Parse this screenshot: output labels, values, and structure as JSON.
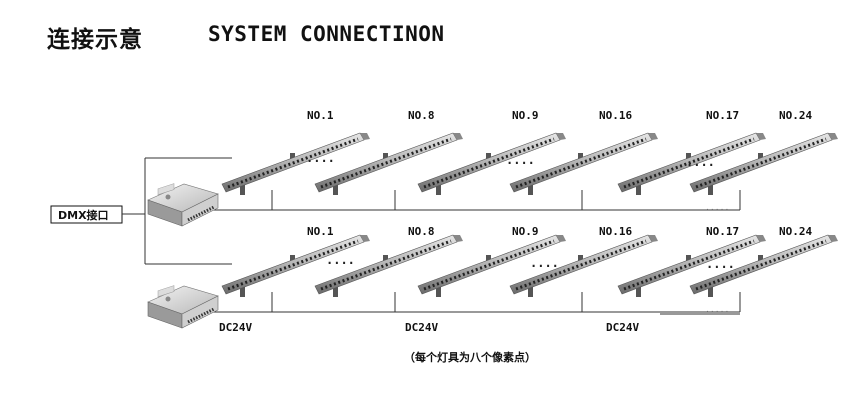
{
  "title": {
    "zh": "连接示意",
    "en": "SYSTEM CONNECTINON"
  },
  "dmx_label": "DMX接口",
  "fixture_labels": [
    "NO.1",
    "NO.8",
    "NO.9",
    "NO.16",
    "NO.17",
    "NO.24"
  ],
  "power_labels": [
    "DC24V",
    "DC24V",
    "DC24V"
  ],
  "ellipsis": "....",
  "small_ellipsis": ".....",
  "note": "（每个灯具为八个像素点）"
}
